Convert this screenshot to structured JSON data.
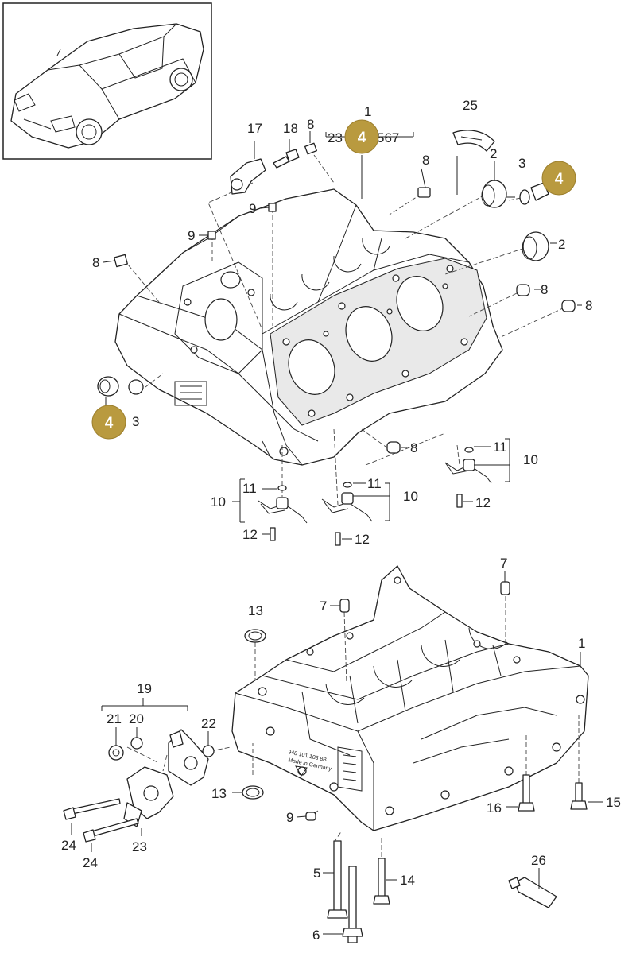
{
  "labels": {
    "l1_top": "1",
    "l1_seq": "23",
    "l1_seq2": "567",
    "l25": "25",
    "l17": "17",
    "l18": "18",
    "l8_a": "8",
    "l8_b": "8",
    "l2_a": "2",
    "l3_a": "3",
    "l9_a": "9",
    "l9_b": "9",
    "l8_c": "8",
    "l2_b": "2",
    "l8_d": "8",
    "l8_e": "8",
    "l3_b": "3",
    "l8_f": "8",
    "l11_a": "11",
    "l10_a": "10",
    "l12_a": "12",
    "l11_b": "11",
    "l10_b": "10",
    "l12_b": "12",
    "l11_c": "11",
    "l10_c": "10",
    "l12_c": "12",
    "l7_a": "7",
    "l7_b": "7",
    "l13_a": "13",
    "l1_bottom": "1",
    "l19": "19",
    "l21": "21",
    "l20": "20",
    "l22": "22",
    "l13_b": "13",
    "l9_c": "9",
    "l16": "16",
    "l15": "15",
    "l24_a": "24",
    "l24_b": "24",
    "l23": "23",
    "l5": "5",
    "l14": "14",
    "l26": "26",
    "l6": "6"
  },
  "badges": {
    "b_top": "4",
    "b_right": "4",
    "b_left": "4"
  },
  "stamp": {
    "line1": "948 101 103 8B",
    "line2": "Made in Germany"
  },
  "colors": {
    "badge": "#b99a3f",
    "line": "#222222"
  }
}
